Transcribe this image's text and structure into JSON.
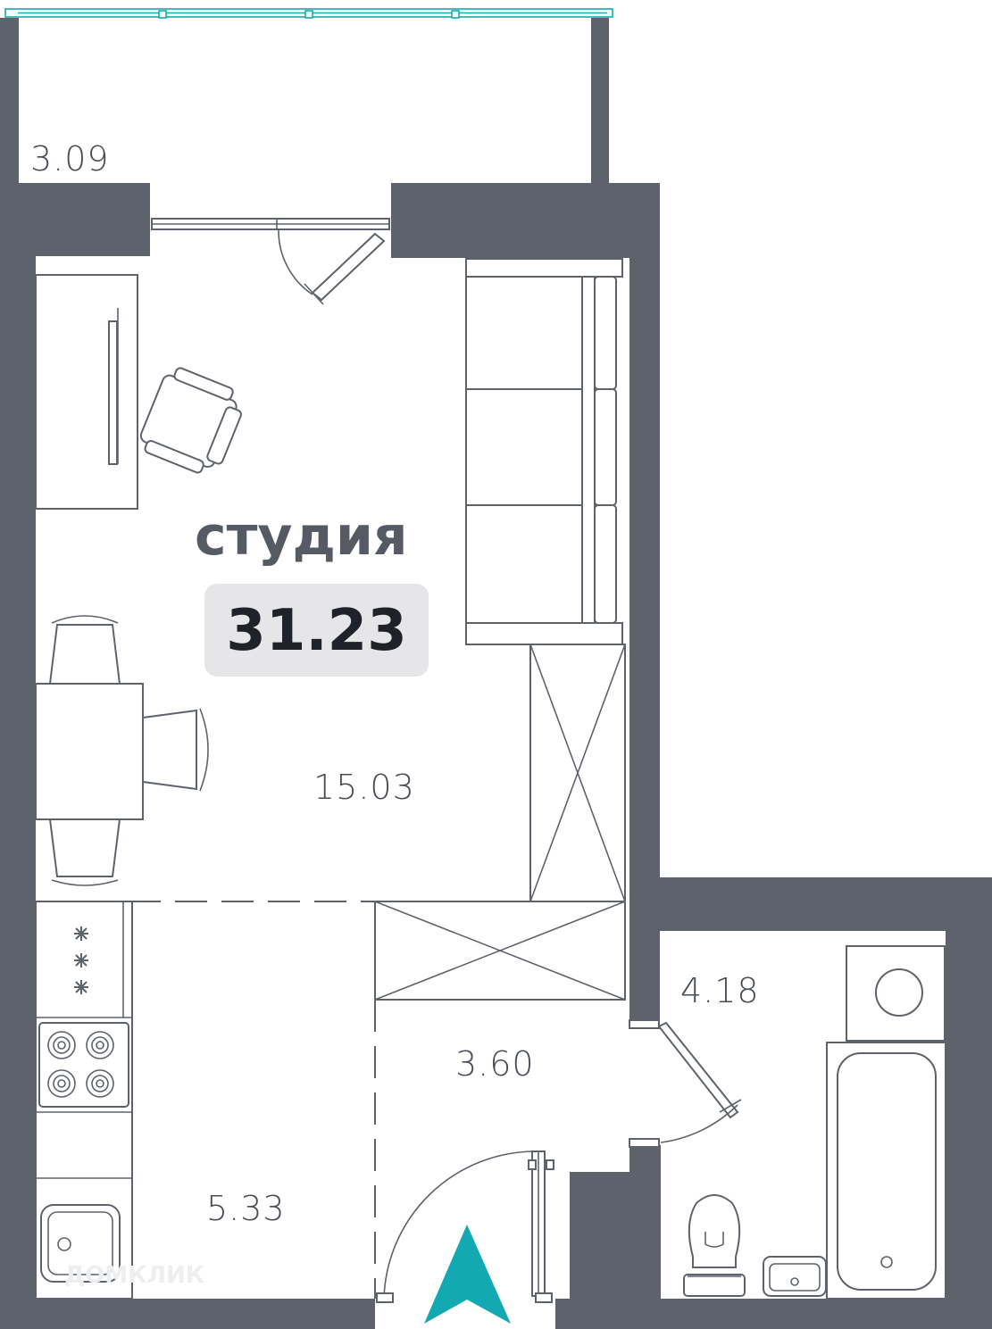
{
  "plan": {
    "room_name": "студия",
    "total_area": "31.23",
    "rooms": [
      {
        "id": "balcony",
        "area": "3.09"
      },
      {
        "id": "living",
        "area": "15.03"
      },
      {
        "id": "kitchen",
        "area": "5.33"
      },
      {
        "id": "hallway",
        "area": "3.60"
      },
      {
        "id": "bathroom",
        "area": "4.18"
      }
    ],
    "watermark": "ДОМКЛИК",
    "colors": {
      "wall": "#5d626d",
      "glass": "#19a9b1",
      "compass": "#12a9b3",
      "badge": "#e6e6e9",
      "text": "#474c57"
    },
    "icons": [
      "compass-arrow-icon"
    ]
  }
}
